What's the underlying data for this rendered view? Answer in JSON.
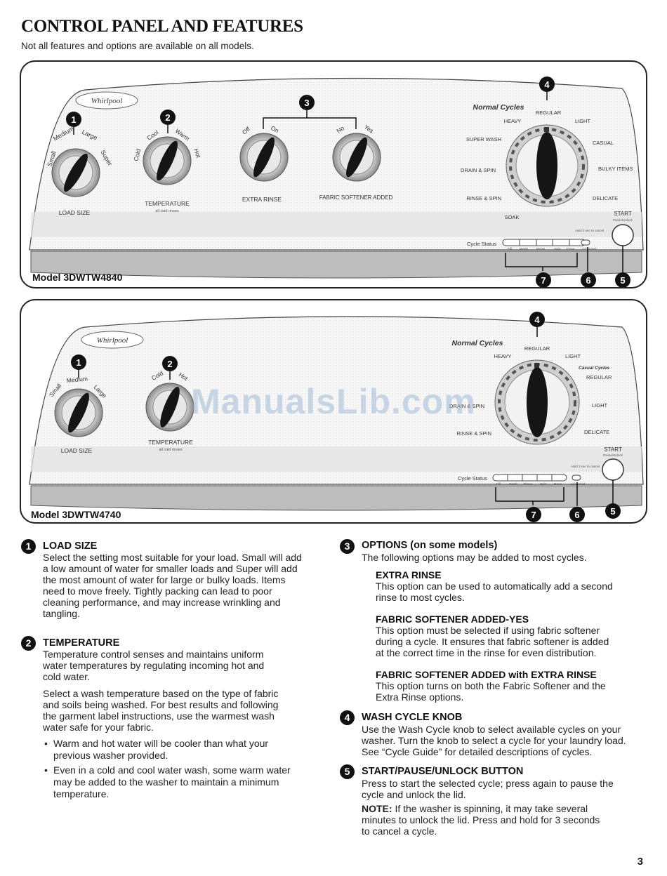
{
  "header": {
    "title": "CONTROL PANEL AND FEATURES",
    "subtitle": "Not all features and options are available on all models."
  },
  "panel1": {
    "brand": "Whirlpool",
    "model": "Model 3DWTW4840",
    "callouts": [
      "1",
      "2",
      "3",
      "4",
      "5",
      "6",
      "7"
    ],
    "load_size": {
      "label": "LOAD SIZE",
      "settings": [
        "Small",
        "Medium",
        "Large",
        "Super"
      ]
    },
    "temperature": {
      "label": "TEMPERATURE",
      "note": "all cold rinses",
      "settings": [
        "Cold",
        "Cool",
        "Warm",
        "Hot"
      ]
    },
    "extra_rinse": {
      "label": "EXTRA RINSE",
      "settings": [
        "Off",
        "On"
      ]
    },
    "fabric_softener": {
      "label": "FABRIC SOFTENER ADDED",
      "settings": [
        "No",
        "Yes"
      ]
    },
    "cycles": {
      "heading": "Normal Cycles",
      "regular": "REGULAR",
      "heavy": "HEAVY",
      "light": "LIGHT",
      "super_wash": "SUPER WASH",
      "casual": "CASUAL",
      "drain_spin": "DRAIN & SPIN",
      "bulky_items": "BULKY ITEMS",
      "rinse_spin": "RINSE & SPIN",
      "delicate": "DELICATE",
      "soak": "SOAK"
    },
    "start": {
      "label": "START",
      "sub": "Pause/Unlock",
      "hold": "Hold 3 sec to cancel"
    },
    "cycle_status": {
      "label": "Cycle Status",
      "stages": [
        "Fill",
        "Wash",
        "Rinse",
        "Spin",
        "Done"
      ],
      "lid_locked": "Lid Locked"
    }
  },
  "panel2": {
    "brand": "Whirlpool",
    "model": "Model 3DWTW4740",
    "callouts": [
      "1",
      "2",
      "4",
      "5",
      "6",
      "7"
    ],
    "load_size": {
      "label": "LOAD SIZE",
      "settings": [
        "Small",
        "Medium",
        "Large"
      ]
    },
    "temperature": {
      "label": "TEMPERATURE",
      "note": "all cold rinses",
      "settings": [
        "Cold",
        "Hot"
      ]
    },
    "cycles": {
      "heading": "Normal Cycles",
      "regular": "REGULAR",
      "heavy": "HEAVY",
      "light": "LIGHT",
      "casual_heading": "Casual Cycles",
      "casual_regular": "REGULAR",
      "casual_light": "LIGHT",
      "drain_spin": "DRAIN & SPIN",
      "rinse_spin": "RINSE & SPIN",
      "delicate": "DELICATE"
    },
    "start": {
      "label": "START",
      "sub": "Pause/Unlock",
      "hold": "Hold 3 sec to cancel"
    },
    "cycle_status": {
      "label": "Cycle Status",
      "stages": [
        "Fill",
        "Wash",
        "Rinse",
        "Spin",
        "Done"
      ],
      "lid_locked": "Lid Locked"
    }
  },
  "watermark": "ManualsLib.com",
  "sections": {
    "load_size": {
      "number": "1",
      "title": "LOAD SIZE",
      "lines": [
        "Select the setting most suitable for your load. Small will add",
        "a low amount of water for smaller loads and Super will add",
        "the most amount of water for large or bulky loads. Items",
        "need to move freely. Tightly packing can lead to poor",
        "cleaning performance, and may increase wrinkling and",
        "tangling."
      ]
    },
    "temperature": {
      "number": "2",
      "title": "TEMPERATURE",
      "para1": [
        "Temperature control senses and maintains uniform",
        "water temperatures by regulating incoming hot and",
        "cold water."
      ],
      "para2": [
        "Select a wash temperature based on the type of fabric",
        "and soils being washed. For best results and following",
        "the garment label instructions, use the warmest wash",
        "water safe for your fabric."
      ],
      "bullet1": [
        "Warm and hot water will be cooler than what your",
        "previous washer provided."
      ],
      "bullet2": [
        "Even in a cold and cool water wash, some warm water",
        "may be added to the washer to maintain a minimum",
        "temperature."
      ]
    },
    "options": {
      "number": "3",
      "title": "OPTIONS (on some models)",
      "intro": "The following options may be added to most cycles.",
      "extra_rinse_title": "EXTRA RINSE",
      "extra_rinse_lines": [
        "This option can be used to automatically add a second",
        "rinse to most cycles."
      ],
      "softener_title": "FABRIC SOFTENER ADDED-YES",
      "softener_lines": [
        "This option must be selected if using fabric softener",
        "during a cycle. It ensures that fabric softener is added",
        "at the correct time in the rinse for even distribution."
      ],
      "combo_title": "FABRIC SOFTENER ADDED with EXTRA RINSE",
      "combo_lines": [
        "This option turns on both the Fabric Softener and the",
        "Extra Rinse options."
      ]
    },
    "wash_cycle": {
      "number": "4",
      "title": "WASH CYCLE KNOB",
      "lines": [
        "Use the Wash Cycle knob to select available cycles on your",
        "washer. Turn the knob to select a cycle for your laundry load.",
        "See “Cycle Guide” for detailed descriptions of cycles."
      ]
    },
    "start_button": {
      "number": "5",
      "title": "START/PAUSE/UNLOCK BUTTON",
      "lines": [
        "Press to start the selected cycle; press again to pause the",
        "cycle and unlock the lid."
      ],
      "note_label": "NOTE:",
      "note_first": " If the washer is spinning, it may take several",
      "note_lines": [
        "minutes to unlock the lid. Press and hold for 3 seconds",
        "to cancel a cycle."
      ]
    }
  },
  "page_number": "3"
}
